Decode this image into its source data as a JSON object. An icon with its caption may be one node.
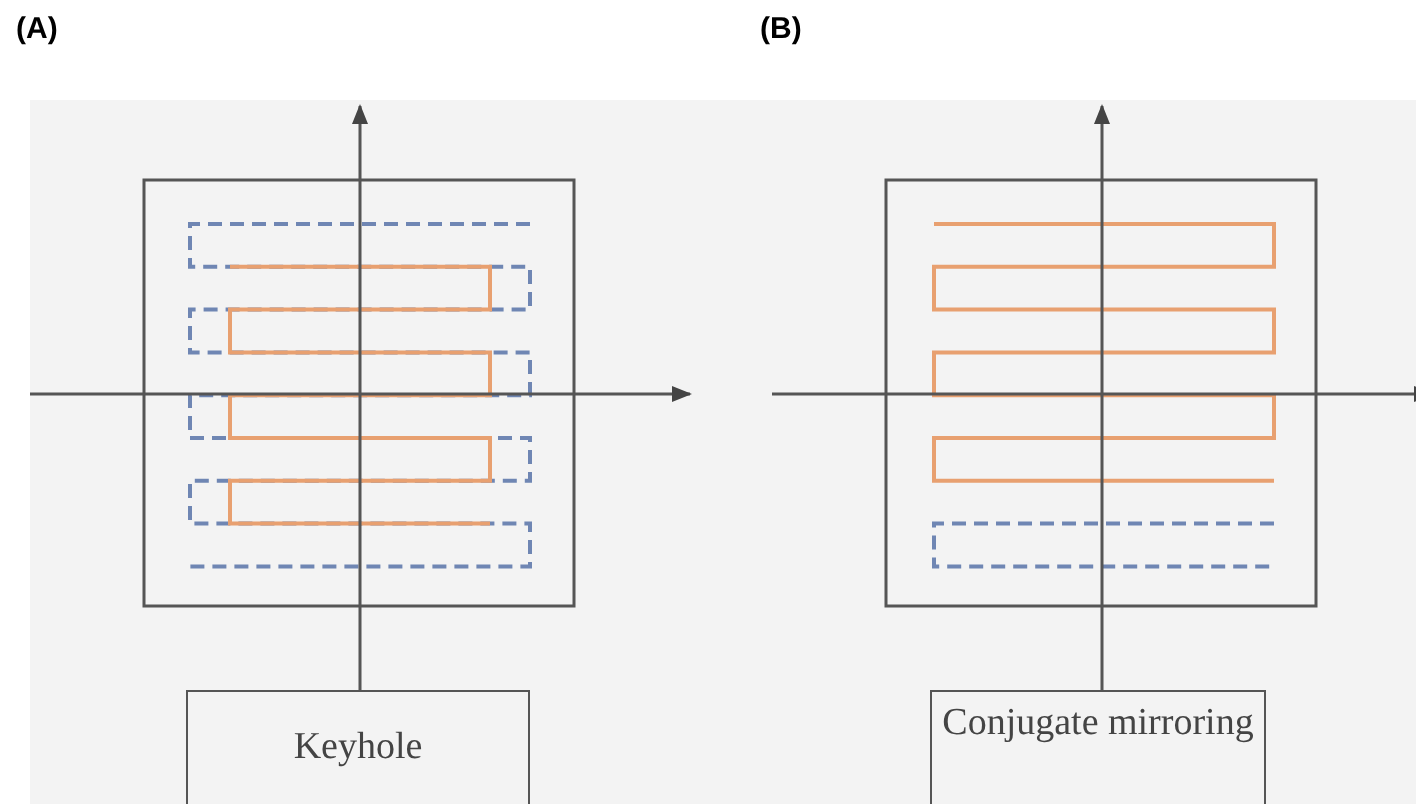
{
  "diagram": {
    "nodes": [
      {
        "text": [
          "Keyhole"
        ]
      },
      {
        "text": [
          "Conjugate mirroring"
        ]
      }
    ],
    "labels": [
      "(A)",
      "(B)"
    ]
  }
}
